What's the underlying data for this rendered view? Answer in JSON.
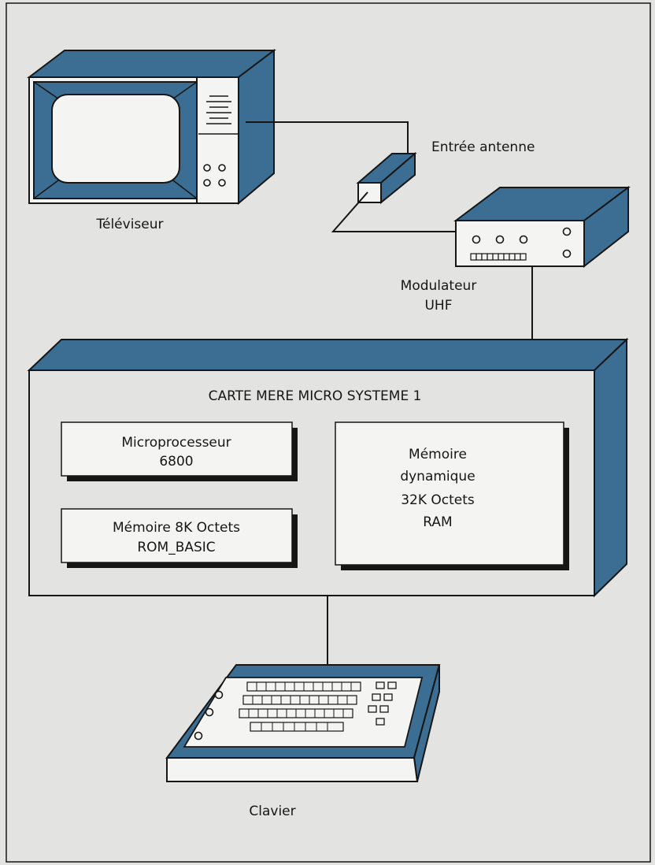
{
  "labels": {
    "tv": "Téléviseur",
    "antenna": "Entrée antenne",
    "modulator_line1": "Modulateur",
    "modulator_line2": "UHF",
    "board_title": "CARTE  MERE  MICRO  SYSTEME  1",
    "cpu_line1": "Microprocesseur",
    "cpu_line2": "6800",
    "rom_line1": "Mémoire 8K Octets",
    "rom_line2": "ROM_BASIC",
    "ram_line1": "Mémoire",
    "ram_line2": "dynamique",
    "ram_line3": "32K Octets",
    "ram_line4": "RAM",
    "keyboard": "Clavier"
  },
  "colors": {
    "steel_blue": "#3b6e92",
    "paper": "#e3e3e2",
    "white": "#f4f4f2",
    "ink": "#161616"
  }
}
